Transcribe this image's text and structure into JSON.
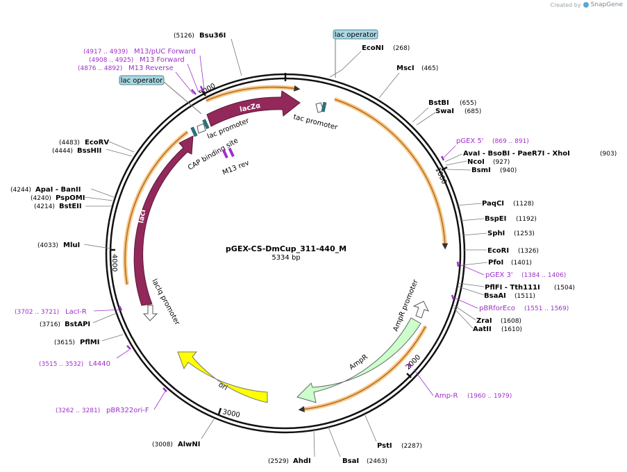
{
  "branding": {
    "created_by": "Created by",
    "app": "SnapGene"
  },
  "plasmid": {
    "name": "pGEX-CS-DmCup_311-440_M",
    "length_label": "5334 bp",
    "length": 5334
  },
  "ticks": [
    "1000",
    "2000",
    "3000",
    "4000",
    "5000"
  ],
  "features": [
    {
      "key": "lacZa",
      "label": "lacZα",
      "color": "#92295a"
    },
    {
      "key": "lacI",
      "label": "lacI",
      "color": "#92295a"
    },
    {
      "key": "ori",
      "label": "ori",
      "color": "#ffff00"
    },
    {
      "key": "ampr",
      "label": "AmpR",
      "color": "#ccffcc"
    },
    {
      "key": "ampr_promoter",
      "label": "AmpR promoter",
      "color": "#ffffff"
    },
    {
      "key": "laciq_promoter",
      "label": "lacIq promoter",
      "color": "#ffffff"
    },
    {
      "key": "lac_promoter",
      "label": "lac promoter",
      "color": "#ffffff"
    },
    {
      "key": "tac_promoter",
      "label": "tac promoter",
      "color": "#ffffff"
    },
    {
      "key": "cap_site",
      "label": "CAP binding site",
      "color": "#2f6f7a"
    },
    {
      "key": "m13_rev",
      "label": "M13 rev",
      "color": "#9d2fc8"
    }
  ],
  "operators": [
    {
      "key": "lac_operator_top",
      "label": "lac operator"
    },
    {
      "key": "lac_operator_left",
      "label": "lac operator"
    }
  ],
  "sites": [
    {
      "key": "bsu36i",
      "name": "Bsu36I",
      "pos": "(5126)"
    },
    {
      "key": "econi",
      "name": "EcoNI",
      "pos": "(268)"
    },
    {
      "key": "msci",
      "name": "MscI",
      "pos": "(465)"
    },
    {
      "key": "bstbi",
      "name": "BstBI",
      "pos": "(655)"
    },
    {
      "key": "swai",
      "name": "SwaI",
      "pos": "(685)"
    },
    {
      "key": "avai",
      "name": "AvaI - BsoBI - PaeR7I - XhoI",
      "pos": "(903)"
    },
    {
      "key": "ncoi",
      "name": "NcoI",
      "pos": "(927)"
    },
    {
      "key": "bsmi",
      "name": "BsmI",
      "pos": "(940)"
    },
    {
      "key": "paqci",
      "name": "PaqCI",
      "pos": "(1128)"
    },
    {
      "key": "bspei",
      "name": "BspEI",
      "pos": "(1192)"
    },
    {
      "key": "sphi",
      "name": "SphI",
      "pos": "(1253)"
    },
    {
      "key": "ecori",
      "name": "EcoRI",
      "pos": "(1326)"
    },
    {
      "key": "pfoi",
      "name": "PfoI",
      "pos": "(1401)"
    },
    {
      "key": "pflfi",
      "name": "PflFI - Tth111I",
      "pos": "(1504)"
    },
    {
      "key": "bsaai",
      "name": "BsaAI",
      "pos": "(1511)"
    },
    {
      "key": "zrai",
      "name": "ZraI",
      "pos": "(1608)"
    },
    {
      "key": "aatii",
      "name": "AatII",
      "pos": "(1610)"
    },
    {
      "key": "psti",
      "name": "PstI",
      "pos": "(2287)"
    },
    {
      "key": "bsai",
      "name": "BsaI",
      "pos": "(2463)"
    },
    {
      "key": "ahdi",
      "name": "AhdI",
      "pos": "(2529)"
    },
    {
      "key": "alwni",
      "name": "AlwNI",
      "pos": "(3008)"
    },
    {
      "key": "pfimi",
      "name": "PflMI",
      "pos": "(3615)"
    },
    {
      "key": "bstapi",
      "name": "BstAPI",
      "pos": "(3716)"
    },
    {
      "key": "mlui",
      "name": "MluI",
      "pos": "(4033)"
    },
    {
      "key": "bsteii",
      "name": "BstEII",
      "pos": "(4214)"
    },
    {
      "key": "pspomi",
      "name": "PspOMI",
      "pos": "(4240)"
    },
    {
      "key": "apai",
      "name": "ApaI - BanII",
      "pos": "(4244)"
    },
    {
      "key": "bsshii",
      "name": "BssHII",
      "pos": "(4444)"
    },
    {
      "key": "ecorv",
      "name": "EcoRV",
      "pos": "(4483)"
    }
  ],
  "primers": [
    {
      "key": "m13puc",
      "name": "M13/pUC Forward",
      "pos": "(4917 .. 4939)"
    },
    {
      "key": "m13fwd",
      "name": "M13 Forward",
      "pos": "(4908 .. 4925)"
    },
    {
      "key": "m13rev_p",
      "name": "M13 Reverse",
      "pos": "(4876 .. 4892)"
    },
    {
      "key": "pgex5",
      "name": "pGEX 5'",
      "pos": "(869 .. 891)"
    },
    {
      "key": "pgex3",
      "name": "pGEX 3'",
      "pos": "(1384 .. 1406)"
    },
    {
      "key": "pbrforeco",
      "name": "pBRforEco",
      "pos": "(1551 .. 1569)"
    },
    {
      "key": "ampr_p",
      "name": "Amp-R",
      "pos": "(1960 .. 1979)"
    },
    {
      "key": "pbr322",
      "name": "pBR322ori-F",
      "pos": "(3262 .. 3281)"
    },
    {
      "key": "l4440",
      "name": "L4440",
      "pos": "(3515 .. 3532)"
    },
    {
      "key": "laci_r",
      "name": "LacI-R",
      "pos": "(3702 .. 3721)"
    }
  ]
}
